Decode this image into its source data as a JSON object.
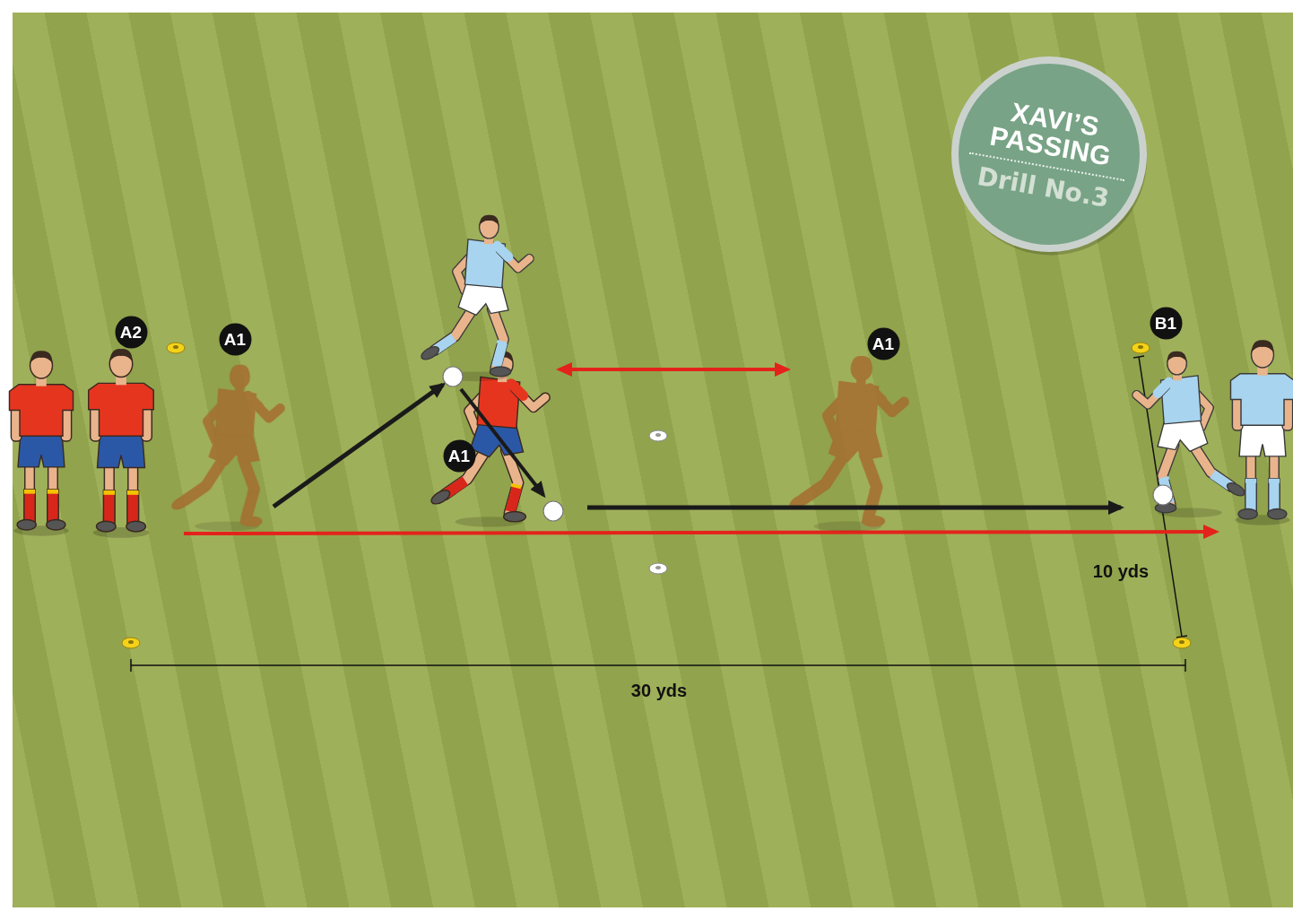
{
  "diagram": {
    "nodes": [
      {
        "text": [
          "XAVI’S PASSING",
          "Drill No.3"
        ]
      },
      {
        "text": [
          "A2"
        ]
      },
      {
        "text": [
          "A1"
        ]
      },
      {
        "text": [
          "A1"
        ]
      },
      {
        "text": [
          "B1"
        ]
      },
      {
        "text": [
          "A1"
        ]
      }
    ],
    "labels": [
      "10 yds",
      "30 yds"
    ]
  }
}
